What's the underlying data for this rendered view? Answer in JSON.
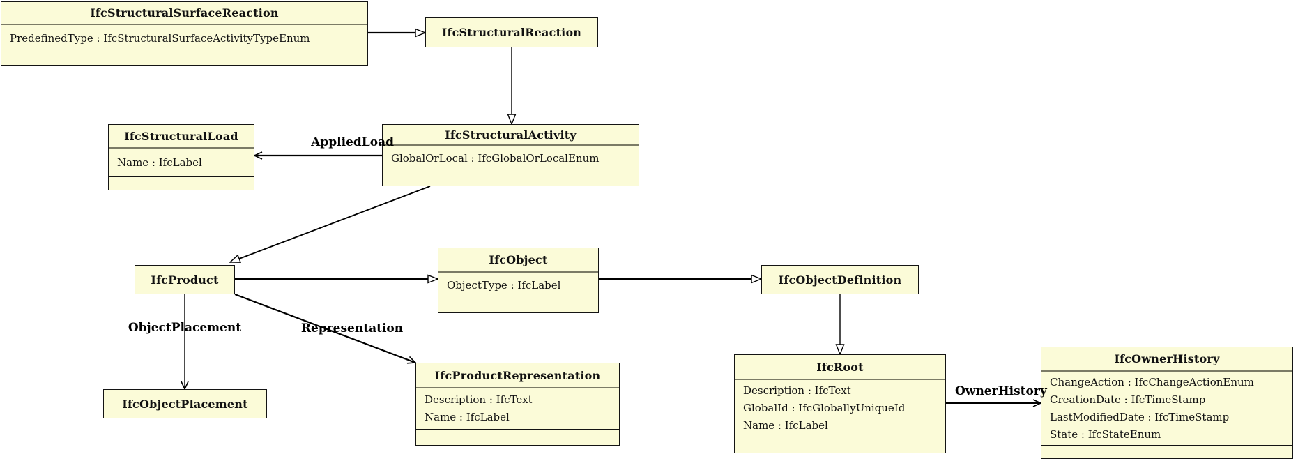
{
  "diagram": {
    "kind": "uml-class-diagram",
    "background_color": "#ffffff",
    "box_fill_color": "#fbfbd8",
    "box_border_color": "#141414",
    "title_separator_color": "#7b7b66",
    "edge_color": "#000000",
    "classes": [
      {
        "name": "IfcStructuralSurfaceReaction",
        "title": "IfcStructuralSurfaceReaction",
        "attributes": [
          "PredefinedType : IfcStructuralSurfaceActivityTypeEnum"
        ]
      },
      {
        "name": "IfcStructuralReaction",
        "title": "IfcStructuralReaction",
        "attributes": []
      },
      {
        "name": "IfcStructuralActivity",
        "title": "IfcStructuralActivity",
        "attributes": [
          "GlobalOrLocal : IfcGlobalOrLocalEnum"
        ]
      },
      {
        "name": "IfcStructuralLoad",
        "title": "IfcStructuralLoad",
        "attributes": [
          "Name : IfcLabel"
        ]
      },
      {
        "name": "IfcProduct",
        "title": "IfcProduct",
        "attributes": []
      },
      {
        "name": "IfcObject",
        "title": "IfcObject",
        "attributes": [
          "ObjectType : IfcLabel"
        ]
      },
      {
        "name": "IfcObjectDefinition",
        "title": "IfcObjectDefinition",
        "attributes": []
      },
      {
        "name": "IfcObjectPlacement",
        "title": "IfcObjectPlacement",
        "attributes": []
      },
      {
        "name": "IfcProductRepresentation",
        "title": "IfcProductRepresentation",
        "attributes": [
          "Description : IfcText",
          "Name : IfcLabel"
        ]
      },
      {
        "name": "IfcRoot",
        "title": "IfcRoot",
        "attributes": [
          "Description : IfcText",
          "GlobalId : IfcGloballyUniqueId",
          "Name : IfcLabel"
        ]
      },
      {
        "name": "IfcOwnerHistory",
        "title": "IfcOwnerHistory",
        "attributes": [
          "ChangeAction : IfcChangeActionEnum",
          "CreationDate : IfcTimeStamp",
          "LastModifiedDate : IfcTimeStamp",
          "State : IfcStateEnum"
        ]
      }
    ],
    "relationships": [
      {
        "from": "IfcStructuralSurfaceReaction",
        "to": "IfcStructuralReaction",
        "type": "generalization",
        "label": ""
      },
      {
        "from": "IfcStructuralReaction",
        "to": "IfcStructuralActivity",
        "type": "generalization",
        "label": ""
      },
      {
        "from": "IfcStructuralActivity",
        "to": "IfcStructuralLoad",
        "type": "association",
        "label": "AppliedLoad"
      },
      {
        "from": "IfcStructuralActivity",
        "to": "IfcProduct",
        "type": "generalization",
        "label": ""
      },
      {
        "from": "IfcProduct",
        "to": "IfcObject",
        "type": "generalization",
        "label": ""
      },
      {
        "from": "IfcObject",
        "to": "IfcObjectDefinition",
        "type": "generalization",
        "label": ""
      },
      {
        "from": "IfcObjectDefinition",
        "to": "IfcRoot",
        "type": "generalization",
        "label": ""
      },
      {
        "from": "IfcProduct",
        "to": "IfcObjectPlacement",
        "type": "association",
        "label": "ObjectPlacement"
      },
      {
        "from": "IfcProduct",
        "to": "IfcProductRepresentation",
        "type": "association",
        "label": "Representation"
      },
      {
        "from": "IfcRoot",
        "to": "IfcOwnerHistory",
        "type": "association",
        "label": "OwnerHistory"
      }
    ]
  }
}
